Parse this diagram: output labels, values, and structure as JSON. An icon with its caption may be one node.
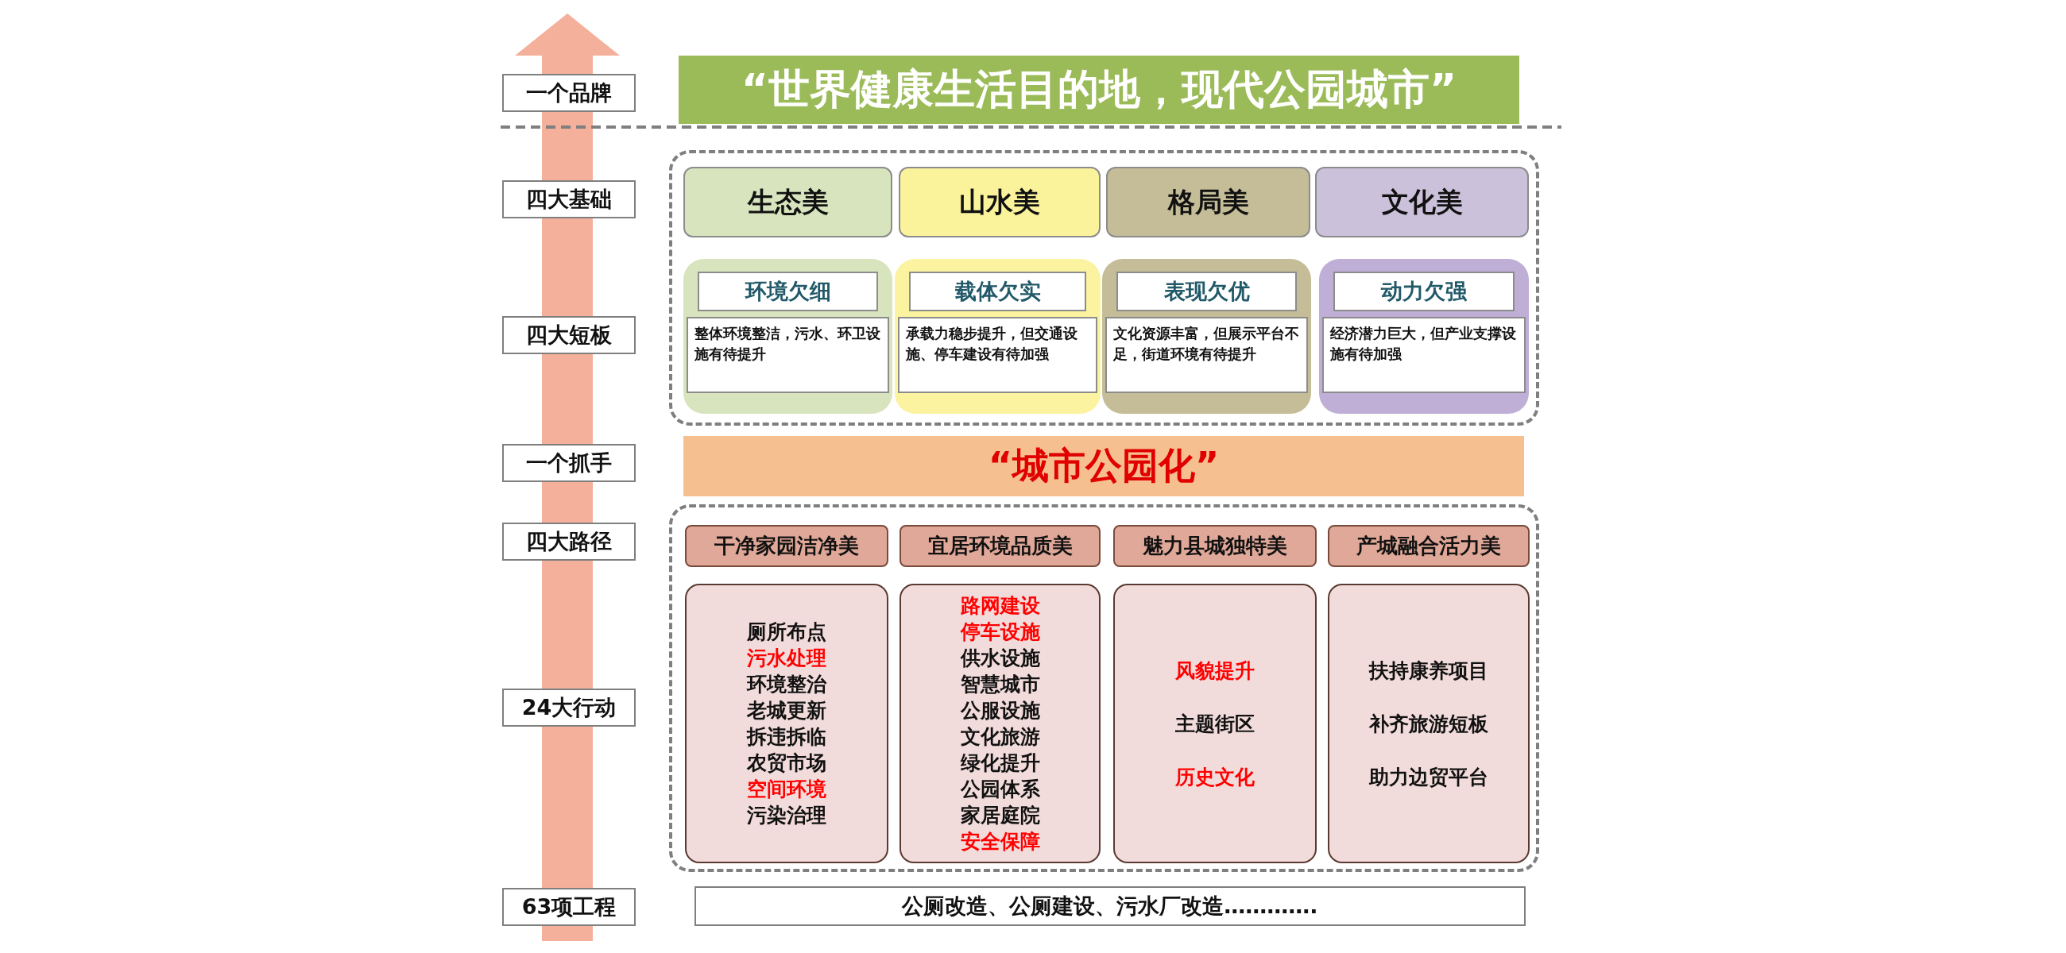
{
  "diagram": {
    "nodes": [
      {
        "text": [
          "一个品牌"
        ]
      },
      {
        "text": [
          "“世界健康生活目的地，现代公园城市”"
        ]
      },
      {
        "text": [
          "四大基础"
        ]
      },
      {
        "text": [],
        "shape": "box"
      },
      {
        "text": [
          "生态美"
        ],
        "in": 3
      },
      {
        "text": [
          "山水美"
        ],
        "in": 3
      },
      {
        "text": [
          "格局美"
        ],
        "in": 3
      },
      {
        "text": [
          "文化美"
        ],
        "in": 3
      },
      {
        "text": [
          "四大短板"
        ]
      },
      {
        "text": [
          "环境欠细",
          "整体环境整洁，污水、环卫设施有待提升"
        ],
        "in": 3
      },
      {
        "text": [
          "载体欠实",
          "承载力稳步提升，但交通设施、停车建设有待加强"
        ],
        "in": 3
      },
      {
        "text": [
          "表现欠优",
          "文化资源丰富，但展示平台不足，街道环境有待提升"
        ],
        "in": 3
      },
      {
        "text": [
          "动力欠强",
          "经济潜力巨大，但产业支撑设施有待加强"
        ],
        "in": 3
      },
      {
        "text": [
          "一个抓手"
        ]
      },
      {
        "text": [
          "“城市公园化”"
        ]
      },
      {
        "text": [
          "四大路径"
        ]
      },
      {
        "text": [],
        "shape": "box"
      },
      {
        "text": [
          "干净家园洁净美"
        ],
        "in": 16
      },
      {
        "text": [
          "宜居环境品质美"
        ],
        "in": 16
      },
      {
        "text": [
          "魅力县城独特美"
        ],
        "in": 16
      },
      {
        "text": [
          "产城融合活力美"
        ],
        "in": 16
      },
      {
        "text": [
          "24大行动"
        ]
      },
      {
        "text": [
          "厕所布点",
          "污水处理",
          "环境整治",
          "老城更新",
          "拆违拆临",
          "农贸市场",
          "空间环境",
          "污染治理"
        ],
        "in": 16
      },
      {
        "text": [
          "路网建设",
          "停车设施",
          "供水设施",
          "智慧城市",
          "公服设施",
          "文化旅游",
          "绿化提升",
          "公园体系",
          "家居庭院",
          "安全保障"
        ],
        "in": 16
      },
      {
        "text": [
          "风貌提升",
          "主题街区",
          "历史文化"
        ],
        "in": 16
      },
      {
        "text": [
          "扶持康养项目",
          "补齐旅游短板",
          "助力边贸平台"
        ],
        "in": 16
      },
      {
        "text": [
          "63项工程"
        ]
      },
      {
        "text": [
          "公厕改造、公厕建设、污水厂改造…………."
        ]
      }
    ]
  }
}
